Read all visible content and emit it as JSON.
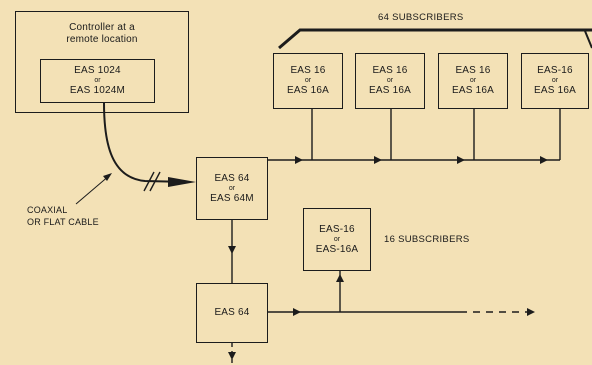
{
  "controller": {
    "caption_line1": "Controller at a",
    "caption_line2": "remote location",
    "unit_line1": "EAS 1024",
    "unit_or": "or",
    "unit_line2": "EAS 1024M"
  },
  "cable_label": {
    "line1": "COAXIAL",
    "line2": "OR FLAT CABLE"
  },
  "hub": {
    "line1": "EAS 64",
    "or": "or",
    "line2": "EAS 64M"
  },
  "subscribers_top": {
    "label": "64 SUBSCRIBERS",
    "units": [
      {
        "line1": "EAS 16",
        "or": "or",
        "line2": "EAS 16A"
      },
      {
        "line1": "EAS 16",
        "or": "or",
        "line2": "EAS 16A"
      },
      {
        "line1": "EAS 16",
        "or": "or",
        "line2": "EAS 16A"
      },
      {
        "line1": "EAS-16",
        "or": "or",
        "line2": "EAS 16A"
      }
    ]
  },
  "subscribers_lower": {
    "label": "16 SUBSCRIBERS",
    "unit": {
      "line1": "EAS-16",
      "or": "or",
      "line2": "EAS-16A"
    }
  },
  "expander": {
    "label": "EAS 64"
  }
}
